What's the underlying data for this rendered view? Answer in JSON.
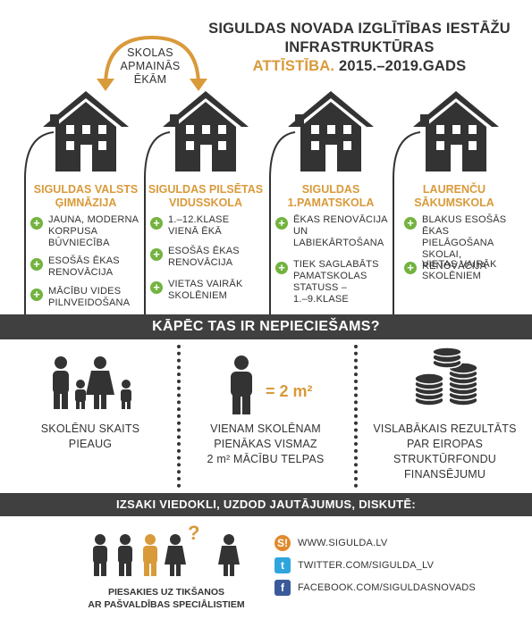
{
  "title": {
    "line1": "SIGULDAS NOVADA IZGLĪTĪBAS IESTĀŽU",
    "line2": "INFRASTRUKTŪRAS",
    "accent": "ATTĪSTĪBA.",
    "line3_rest": " 2015.–2019.GADS"
  },
  "exchange": {
    "line1": "SKOLAS",
    "line2": "APMAINĀS",
    "line3": "ĒKĀM"
  },
  "schools": [
    {
      "name_line1": "SIGULDAS VALSTS",
      "name_line2": "ĢIMNĀZIJA",
      "items": [
        [
          "JAUNA, MODERNA",
          "KORPUSA",
          "BŪVNIECĪBA"
        ],
        [
          "ESOŠĀS ĒKAS",
          "RENOVĀCIJA"
        ],
        [
          "MĀCĪBU VIDES",
          "PILNVEIDOŠANA"
        ]
      ]
    },
    {
      "name_line1": "SIGULDAS PILSĒTAS",
      "name_line2": "VIDUSSKOLA",
      "items": [
        [
          "1.–12.KLASE",
          "VIENĀ ĒKĀ"
        ],
        [
          "ESOŠĀS ĒKAS",
          "RENOVĀCIJA"
        ],
        [
          "VIETAS VAIRĀK",
          "SKOLĒNIEM"
        ]
      ]
    },
    {
      "name_line1": "SIGULDAS",
      "name_line2": "1.PAMATSKOLA",
      "items": [
        [
          "ĒKAS RENOVĀCIJA",
          "UN",
          "LABIEKĀRTOŠANA"
        ],
        [
          "TIEK SAGLABĀTS",
          "PAMATSKOLAS",
          "STATUSS –",
          "1.–9.KLASE"
        ]
      ]
    },
    {
      "name_line1": "LAURENČU",
      "name_line2": "SĀKUMSKOLA",
      "items": [
        [
          "BLAKUS ESOŠĀS ĒKAS",
          "PIELĀGOŠANA SKOLAI,",
          "RENOVĀCIJA"
        ],
        [
          "VIETAS VAIRĀK",
          "SKOLĒNIEM"
        ]
      ]
    }
  ],
  "why_heading": "KĀPĒC TAS IR NEPIECIEŠAMS?",
  "reasons": [
    {
      "line1": "SKOLĒNU SKAITS",
      "line2": "PIEAUG",
      "icon": "family-icon"
    },
    {
      "line1": "VIENAM SKOLĒNAM",
      "line2": "PIENĀKAS VISMAZ",
      "line3": "2 m² MĀCĪBU TELPAS",
      "icon": "person-icon",
      "equation": "= 2 m²"
    },
    {
      "line1": "VISLABĀKAIS REZULTĀTS",
      "line2": "PAR EIROPAS",
      "line3": "STRUKTŪRFONDU",
      "line4": "FINANSĒJUMU",
      "icon": "coins-icon"
    }
  ],
  "discuss_heading": "IZSAKI VIEDOKLI, UZDOD JAUTĀJUMUS, DISKUTĒ:",
  "apply": {
    "line1": "PIESAKIES UZ TIKŠANOS",
    "line2": "AR PAŠVALDĪBAS SPECIĀLISTIEM"
  },
  "question_mark": "?",
  "links": [
    {
      "text": "WWW.SIGULDA.LV",
      "icon": "sigulda-icon",
      "glyph": "S!",
      "color": "#e08a2c"
    },
    {
      "text": "TWITTER.COM/SIGULDA_LV",
      "icon": "twitter-icon",
      "glyph": "t",
      "color": "#2ea6dd"
    },
    {
      "text": "FACEBOOK.COM/SIGULDASNOVADS",
      "icon": "facebook-icon",
      "glyph": "f",
      "color": "#3b5a9a"
    }
  ],
  "colors": {
    "accent": "#d99a3a",
    "dark": "#404040",
    "green": "#73b33f"
  }
}
